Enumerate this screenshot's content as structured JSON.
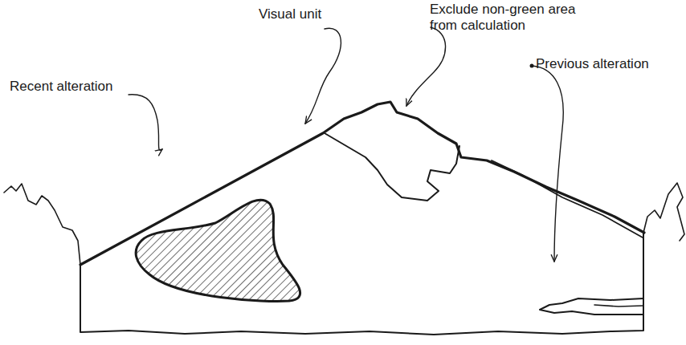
{
  "diagram": {
    "labels": [
      "Visual unit",
      "Exclude non-green area from calculation",
      "Recent alteration",
      "Previous alteration"
    ]
  }
}
